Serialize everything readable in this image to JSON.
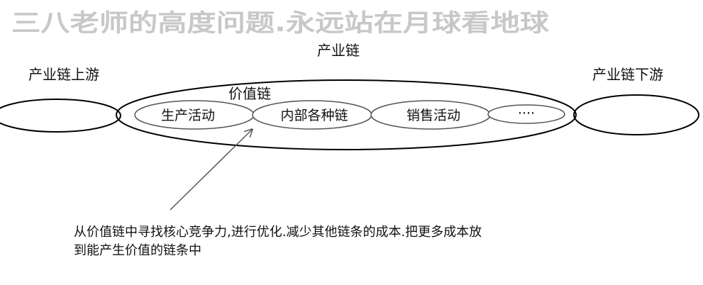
{
  "watermark": "三八老师的高度问题.永远站在月球看地球",
  "industry_chain": "产业链",
  "upstream": "产业链上游",
  "downstream": "产业链下游",
  "value_chain": "价值链",
  "links": [
    "生产活动",
    "内部各种链",
    "销售活动",
    "····"
  ],
  "note": {
    "line1": "从价值链中寻找核心竞争力,进行优化.减少其他链条的成本.把更多成本放",
    "line2": "到能产生价值的链条中"
  }
}
